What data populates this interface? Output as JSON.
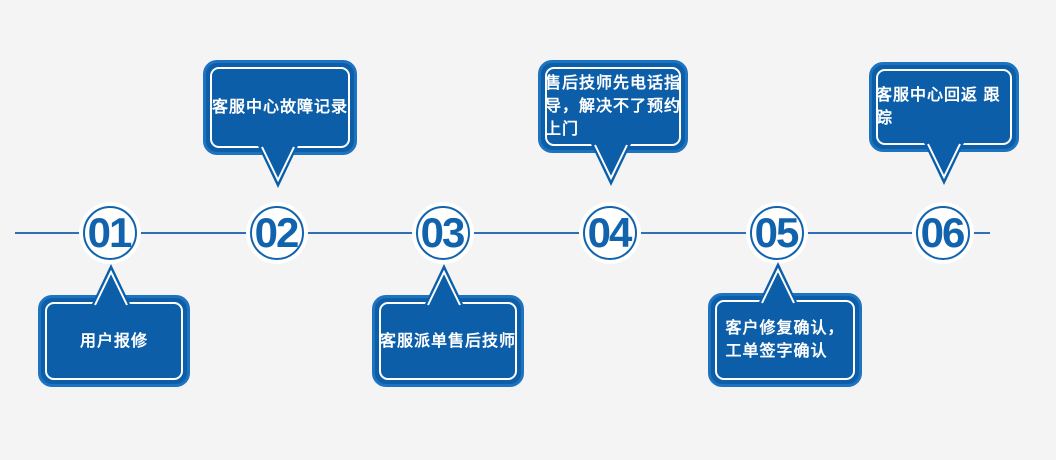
{
  "page": {
    "background": "#f4f4f4",
    "description": "After-sales service process timeline"
  },
  "colors": {
    "bubble_fill": "#0c5ea9",
    "bubble_border": "#1e73c0",
    "bubble_inner_outline": "#ffffff",
    "number_blue": "#1263ad",
    "timeline_line": "#2f6fb5",
    "circle_background": "#ffffff",
    "text_color": "#ffffff"
  },
  "timeline": {
    "steps": [
      {
        "number": "01",
        "label": "用户报修",
        "callout_position": "below"
      },
      {
        "number": "02",
        "label": "客服中心故障记录",
        "callout_position": "above"
      },
      {
        "number": "03",
        "label": "客服派单售后技师",
        "callout_position": "below"
      },
      {
        "number": "04",
        "label": "售后技师先电话指\n导，解决不了预约\n上门",
        "callout_position": "above"
      },
      {
        "number": "05",
        "label": "客户修复确认，\n工单签字确认",
        "callout_position": "below"
      },
      {
        "number": "06",
        "label": "客服中心回返 跟踪",
        "callout_position": "above"
      }
    ]
  }
}
